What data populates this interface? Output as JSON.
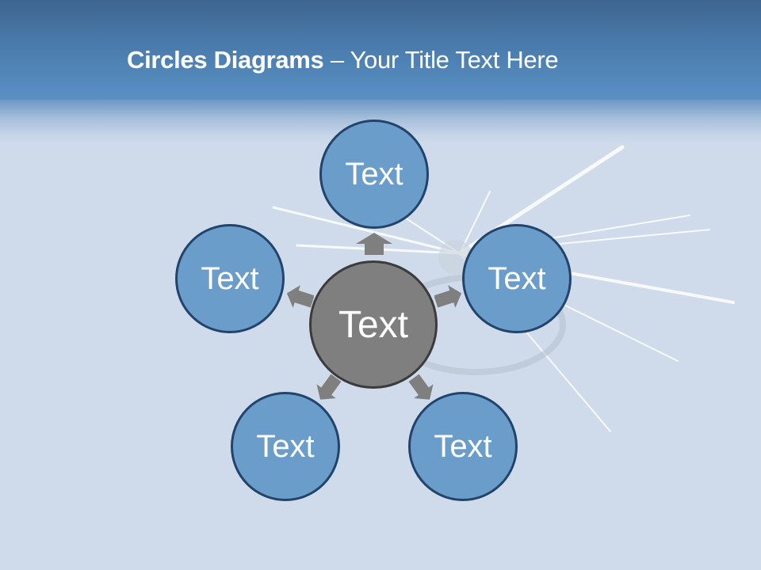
{
  "slide": {
    "title_bold": "Circles Diagrams",
    "title_separator": " – ",
    "title_rest": "Your Title Text Here"
  },
  "diagram": {
    "center": {
      "label": "Text",
      "color": "#7f7f7f",
      "border": "#3b3b3b"
    },
    "nodes": [
      {
        "position": "top",
        "label": "Text"
      },
      {
        "position": "right",
        "label": "Text"
      },
      {
        "position": "bottom-right",
        "label": "Text"
      },
      {
        "position": "bottom-left",
        "label": "Text"
      },
      {
        "position": "left",
        "label": "Text"
      }
    ],
    "node_color": "#6b9dcb",
    "node_border": "#22446c",
    "arrow_color": "#7f7f7f"
  },
  "colors": {
    "header_top": "#3e6590",
    "header_bottom": "#5990c4",
    "background": "#cfdbea"
  }
}
